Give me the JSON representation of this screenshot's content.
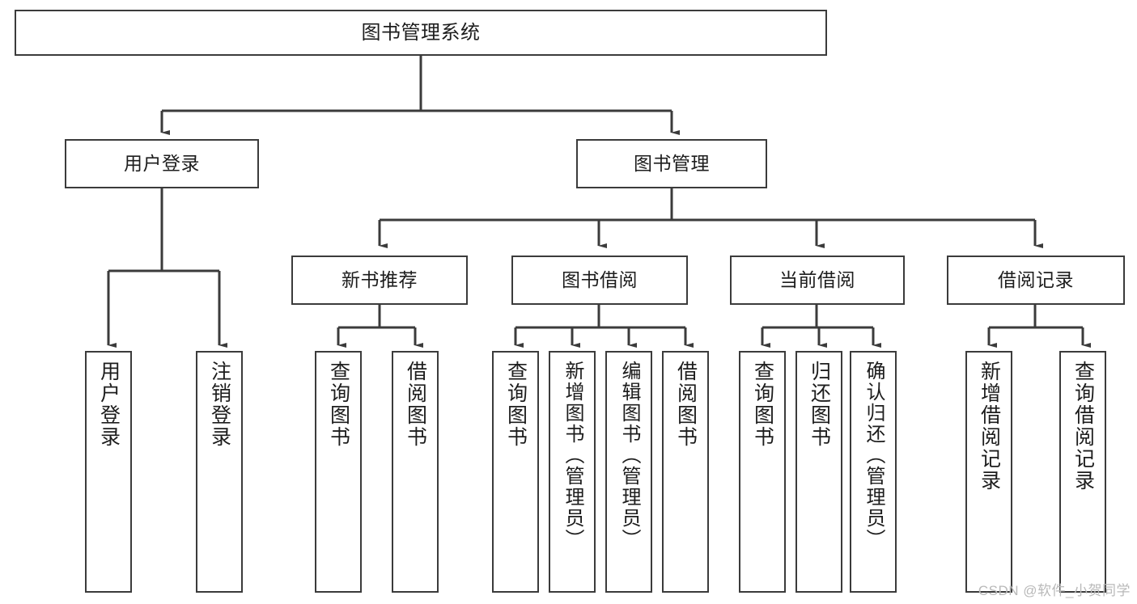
{
  "diagram": {
    "type": "tree-hierarchy",
    "title": "图书管理系统",
    "watermark": "CSDN @软件_小贺同学",
    "colors": {
      "stroke": "#3b3b3b",
      "fill": "#ffffff",
      "text": "#1d1d1d",
      "watermark": "#b9b9b9"
    },
    "levels": {
      "root": {
        "label": "图书管理系统"
      },
      "level2": [
        {
          "label": "用户登录"
        },
        {
          "label": "图书管理"
        }
      ],
      "level3": [
        {
          "label": "新书推荐"
        },
        {
          "label": "图书借阅"
        },
        {
          "label": "当前借阅"
        },
        {
          "label": "借阅记录"
        }
      ],
      "leaves": {
        "user_login": [
          {
            "label": "用户登录"
          },
          {
            "label": "注销登录"
          }
        ],
        "new_book_recommend": [
          {
            "label": "查询图书"
          },
          {
            "label": "借阅图书"
          }
        ],
        "book_borrow": [
          {
            "label": "查询图书"
          },
          {
            "label": "新增图书（管理员）"
          },
          {
            "label": "编辑图书（管理员）"
          },
          {
            "label": "借阅图书"
          }
        ],
        "current_borrow": [
          {
            "label": "查询图书"
          },
          {
            "label": "归还图书"
          },
          {
            "label": "确认归还（管理员）"
          }
        ],
        "borrow_record": [
          {
            "label": "新增借阅记录"
          },
          {
            "label": "查询借阅记录"
          }
        ]
      }
    }
  }
}
